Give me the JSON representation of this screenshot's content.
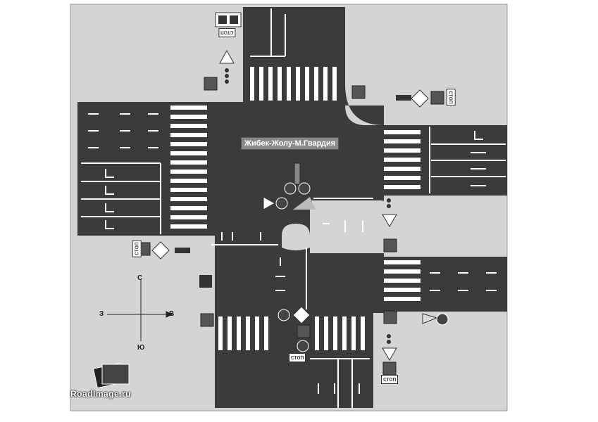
{
  "intersection_name": "Жибек-Жолу-М.Гвардия",
  "stop_labels": [
    "стоп",
    "стоп",
    "стоп",
    "стоп",
    "стоп"
  ],
  "compass": {
    "north": "С",
    "south": "Ю",
    "west": "З",
    "east": "В"
  },
  "logo": {
    "text": "RoadImage.ru"
  },
  "colors": {
    "sidewalk": "#d4d4d4",
    "road": "#3b3b3b",
    "marking": "#ffffff",
    "sign_blue": "#2a2a2a",
    "frame_border": "#9a9a9a"
  }
}
